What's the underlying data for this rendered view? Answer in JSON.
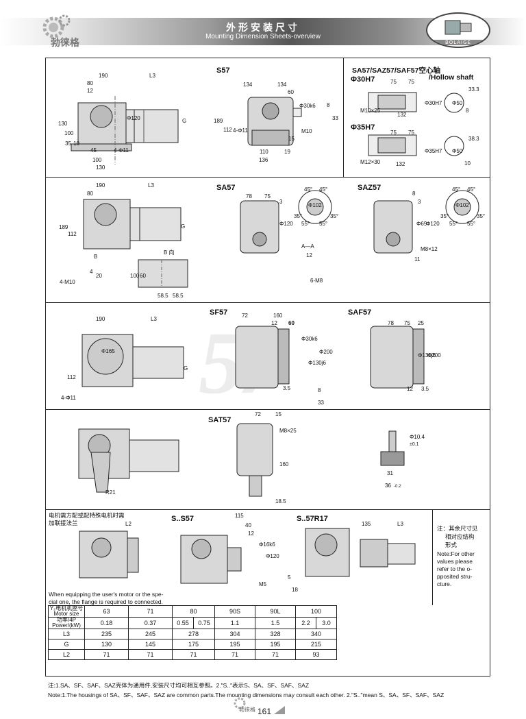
{
  "header": {
    "logo_text": "勃徕格",
    "title_cn": "外形安装尺寸",
    "title_en": "Mounting Dimension Sheets-overview",
    "brand": "BOLAIGE"
  },
  "sections": {
    "s57": {
      "title": "S57",
      "hollow_title": "SA57/SAZ57/SAF57空心轴",
      "hollow_title_en": "/Hollow shaft",
      "phi30": "Φ30H7",
      "phi35": "Φ35H7",
      "dims": {
        "d190": "190",
        "dL3": "L3",
        "d80": "80",
        "d12": "12",
        "d130": "130",
        "d100": "100",
        "d35": "35",
        "d10": "10",
        "d45": "45",
        "d4phi11": "4-Φ11",
        "d100b": "100",
        "d130b": "130",
        "dG": "G",
        "dphi120": "Φ120",
        "d134a": "134",
        "d134b": "134",
        "d60": "60",
        "d189": "189",
        "d112": "112",
        "d4phi11b": "4-Φ11",
        "d15": "15",
        "d110": "110",
        "d19": "19",
        "d136": "136",
        "dM10": "M10",
        "dphi30k6": "Φ30k6",
        "d8": "8",
        "d33": "33",
        "d75a": "75",
        "d75b": "75",
        "d33_3": "33.3",
        "dphi30h7": "Φ30H7",
        "dphi50": "Φ50",
        "d8b": "8",
        "dM10x25": "M10×25",
        "d132": "132",
        "d75c": "75",
        "d75d": "75",
        "d38_3": "38.3",
        "dphi35h7": "Φ35H7",
        "dphi50b": "Φ50",
        "d10b": "10",
        "dM12x30": "M12×30",
        "d132b": "132"
      }
    },
    "sa57": {
      "title": "SA57",
      "title_saz": "SAZ57",
      "dims": {
        "d190": "190",
        "dL3": "L3",
        "d80": "80",
        "d189": "189",
        "d112": "112",
        "dG": "G",
        "dB": "B",
        "dBdir": "B 向",
        "d100": "100",
        "d60": "60",
        "d58a": "58.5",
        "d58b": "58.5",
        "d4M10": "4-M10",
        "d4": "4",
        "d20": "20",
        "d78": "78",
        "d75": "75",
        "d3": "3",
        "dphi120": "Φ120",
        "d45a": "45°",
        "d45b": "45°",
        "dphi102": "Φ102",
        "d35a": "35°",
        "d55a": "55°",
        "d55b": "55°",
        "d35b": "35°",
        "dAA": "A—A",
        "d12": "12",
        "d6M8": "6-M8",
        "d8": "8",
        "d3b": "3",
        "dphi69": "Φ69",
        "dphi120b": "Φ120",
        "dM8x12": "M8×12",
        "d11": "11",
        "d45c": "45°",
        "d45d": "45°",
        "dphi102b": "Φ102",
        "d35c": "35°",
        "d55c": "55°",
        "d55d": "55°",
        "d35d": "35°"
      }
    },
    "sf57": {
      "title": "SF57",
      "title_saf": "SAF57",
      "dims": {
        "d190": "190",
        "dL3": "L3",
        "d112": "112",
        "dG": "G",
        "d4phi11": "4-Φ11",
        "dphi165": "Φ165",
        "d72": "72",
        "d160": "160",
        "d12": "12",
        "d60": "60",
        "dphi30k6": "Φ30k6",
        "dphi130j6": "Φ130j6",
        "dphi200": "Φ200",
        "d3_5": "3.5",
        "d8": "8",
        "d33": "33",
        "d78": "78",
        "d75": "75",
        "d25": "25",
        "dphi130j6b": "Φ130j6",
        "dphi200b": "Φ200",
        "d12b": "12",
        "d3_5b": "3.5"
      }
    },
    "sat57": {
      "title": "SAT57",
      "dims": {
        "d72": "72",
        "d15": "15",
        "dM8x25": "M8×25",
        "d160": "160",
        "d18_5": "18.5",
        "dR21": "R21",
        "dphi104": "Φ10.4",
        "dtol": "±0.1",
        "d31": "31",
        "d36": "36",
        "dtol2": "-0.2"
      }
    },
    "motor": {
      "note_cn_1": "电机需方配或配特殊电机时需",
      "note_cn_2": "加联接法兰",
      "title_ss57": "S..S57",
      "title_s57r17": "S..57R17",
      "note_en_1": "When equipping the user's motor or the spe-",
      "note_en_2": "cial one, the flange is required to connected.",
      "dims": {
        "dL2": "L2",
        "d115": "115",
        "d40": "40",
        "d12": "12",
        "dphi16k6": "Φ16k6",
        "dphi120": "Φ120",
        "d5": "5",
        "dM5": "M5",
        "d18": "18",
        "d135": "135",
        "dL3": "L3"
      },
      "side_note": [
        "注：其余尺寸见",
        "相对应结构",
        "形式",
        "Note:For other",
        "values please",
        "refer to the o-",
        "pposited stru-",
        "cture."
      ]
    }
  },
  "table": {
    "header": {
      "row_label_1": "Y₂电机机座号",
      "row_label_2": "Motor size",
      "power_label_1": "功率/4P",
      "power_label_2": "Power/(kW)"
    },
    "sizes": [
      "63",
      "71",
      "80",
      "90S",
      "90L",
      "100"
    ],
    "power": [
      "0.18",
      "0.37",
      "0.55",
      "0.75",
      "1.1",
      "1.5",
      "2.2",
      "3.0"
    ],
    "rows": [
      {
        "label": "L3",
        "values": [
          "235",
          "245",
          "278",
          "304",
          "328",
          "340"
        ]
      },
      {
        "label": "G",
        "values": [
          "130",
          "145",
          "175",
          "195",
          "195",
          "215"
        ]
      },
      {
        "label": "L2",
        "values": [
          "71",
          "71",
          "71",
          "71",
          "71",
          "93"
        ]
      }
    ]
  },
  "footnotes": {
    "cn": "注:1.SA、SF、SAF、SAZ壳体为通用件,安装尺寸均可相互参照。2.\"S..\"表示S、SA、SF、SAF、SAZ",
    "en": "Note:1.The housings of SA、SF、SAF、SAZ are common parts.The mounting dimensions may consult each other. 2.\"S..\"mean S、SA、SF、SAF、SAZ"
  },
  "footer": {
    "page": "161",
    "logo": "勃徕格"
  },
  "watermark": "57"
}
